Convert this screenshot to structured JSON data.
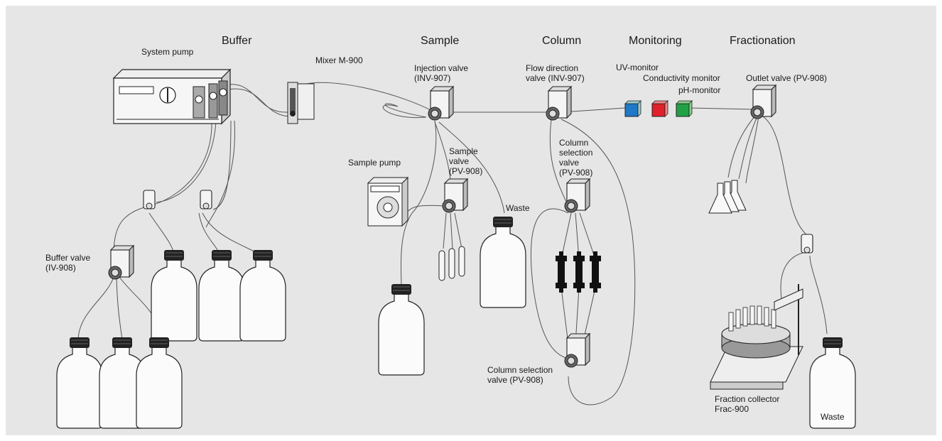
{
  "headers": {
    "buffer": "Buffer",
    "sample": "Sample",
    "column": "Column",
    "monitoring": "Monitoring",
    "fractionation": "Fractionation"
  },
  "labels": {
    "system_pump": "System pump",
    "mixer": "Mixer M-900",
    "injection_valve": "Injection valve\n(INV-907)",
    "flow_direction_valve": "Flow direction\nvalve (INV-907)",
    "uv_monitor": "UV-monitor",
    "conductivity_monitor": "Conductivity monitor",
    "ph_monitor": "pH-monitor",
    "outlet_valve": "Outlet valve (PV-908)",
    "sample_pump": "Sample pump",
    "sample_valve": "Sample\nvalve\n(PV-908)",
    "waste_sample": "Waste",
    "column_selection_valve_top": "Column\nselection\nvalve\n(PV-908)",
    "column_selection_valve_bottom": "Column selection\nvalve (PV-908)",
    "buffer_valve": "Buffer valve\n(IV-908)",
    "fraction_collector": "Fraction collector\nFrac-900",
    "waste_fraction": "Waste"
  },
  "colors": {
    "background": "#e6e6e6",
    "uv_monitor": "#1f78c8",
    "conductivity_monitor": "#e0202a",
    "ph_monitor": "#22a046"
  }
}
